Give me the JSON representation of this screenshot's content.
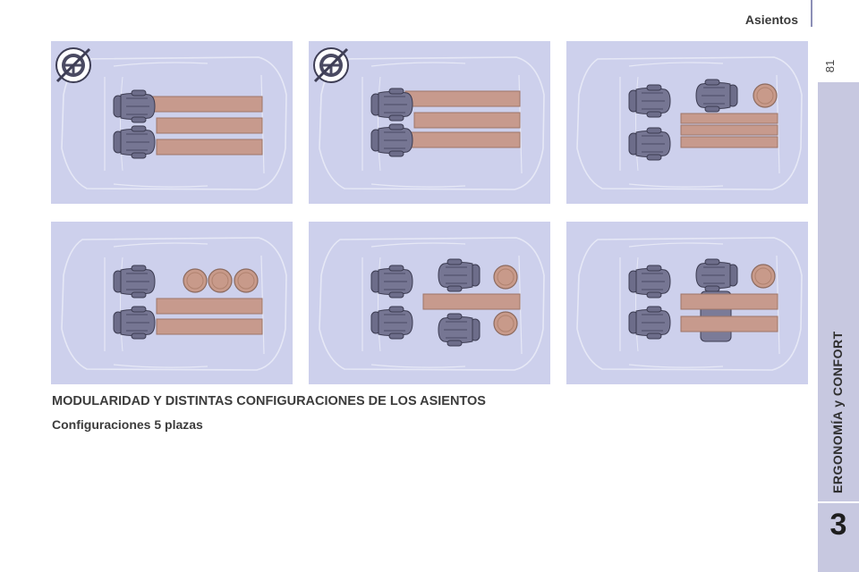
{
  "header": {
    "title": "Asientos"
  },
  "page": {
    "number": "81"
  },
  "sidebar": {
    "chapter_title": "ERGONOMÍA y CONFORT",
    "chapter_number": "3"
  },
  "content": {
    "heading": "MODULARIDAD Y DISTINTAS CONFIGURACIONES DE LOS ASIENTOS",
    "subheading": "Configuraciones 5 plazas"
  },
  "colors": {
    "panel_bg": "#cdd0ec",
    "seat": "#71718f",
    "folded_seat": "#c9a096",
    "sidebar": "#c7c8e0"
  },
  "diagrams": [
    {
      "name": "config-1",
      "icon": "steering-wheel-icon"
    },
    {
      "name": "config-2",
      "icon": "steering-wheel-icon"
    },
    {
      "name": "config-3"
    },
    {
      "name": "config-4"
    },
    {
      "name": "config-5"
    },
    {
      "name": "config-6"
    }
  ]
}
